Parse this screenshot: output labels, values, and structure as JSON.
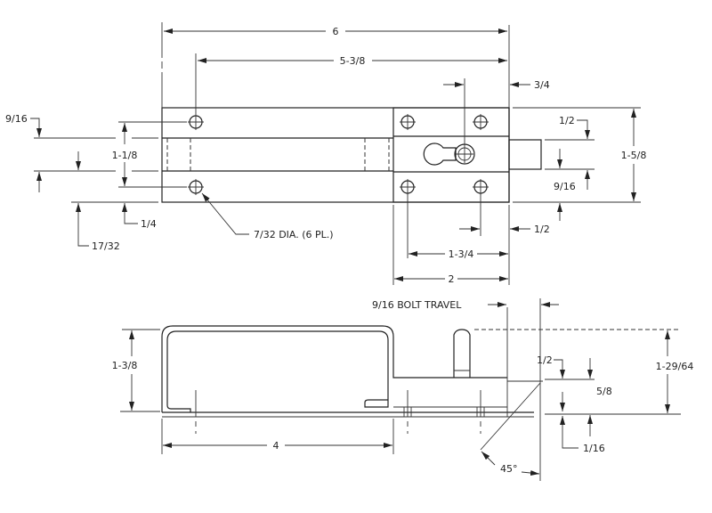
{
  "top_view": {
    "overall_length": "6",
    "hole_to_end": "5-3/8",
    "knob_offset": "3/4",
    "hole_offset_top": "9/16",
    "hole_spacing": "1-1/8",
    "hole_edge": "1/4",
    "rail_offset": "17/32",
    "hole_callout": "7/32 DIA. (6 PL.)",
    "overall_height": "1-5/8",
    "bolt_top": "1/2",
    "bolt_width": "9/16",
    "housing_hole_offset": "1/2",
    "housing_hole_spacing": "1-3/4",
    "housing_length": "2"
  },
  "side_view": {
    "bolt_travel": "9/16 BOLT TRAVEL",
    "bracket_height": "1-3/8",
    "bracket_length": "4",
    "overall_height": "1-29/64",
    "housing_top": "1/2",
    "housing_height": "5/8",
    "plate_thickness": "1/16",
    "chamfer_angle": "45°"
  },
  "colors": {
    "ink": "#222222",
    "paper": "#ffffff"
  }
}
